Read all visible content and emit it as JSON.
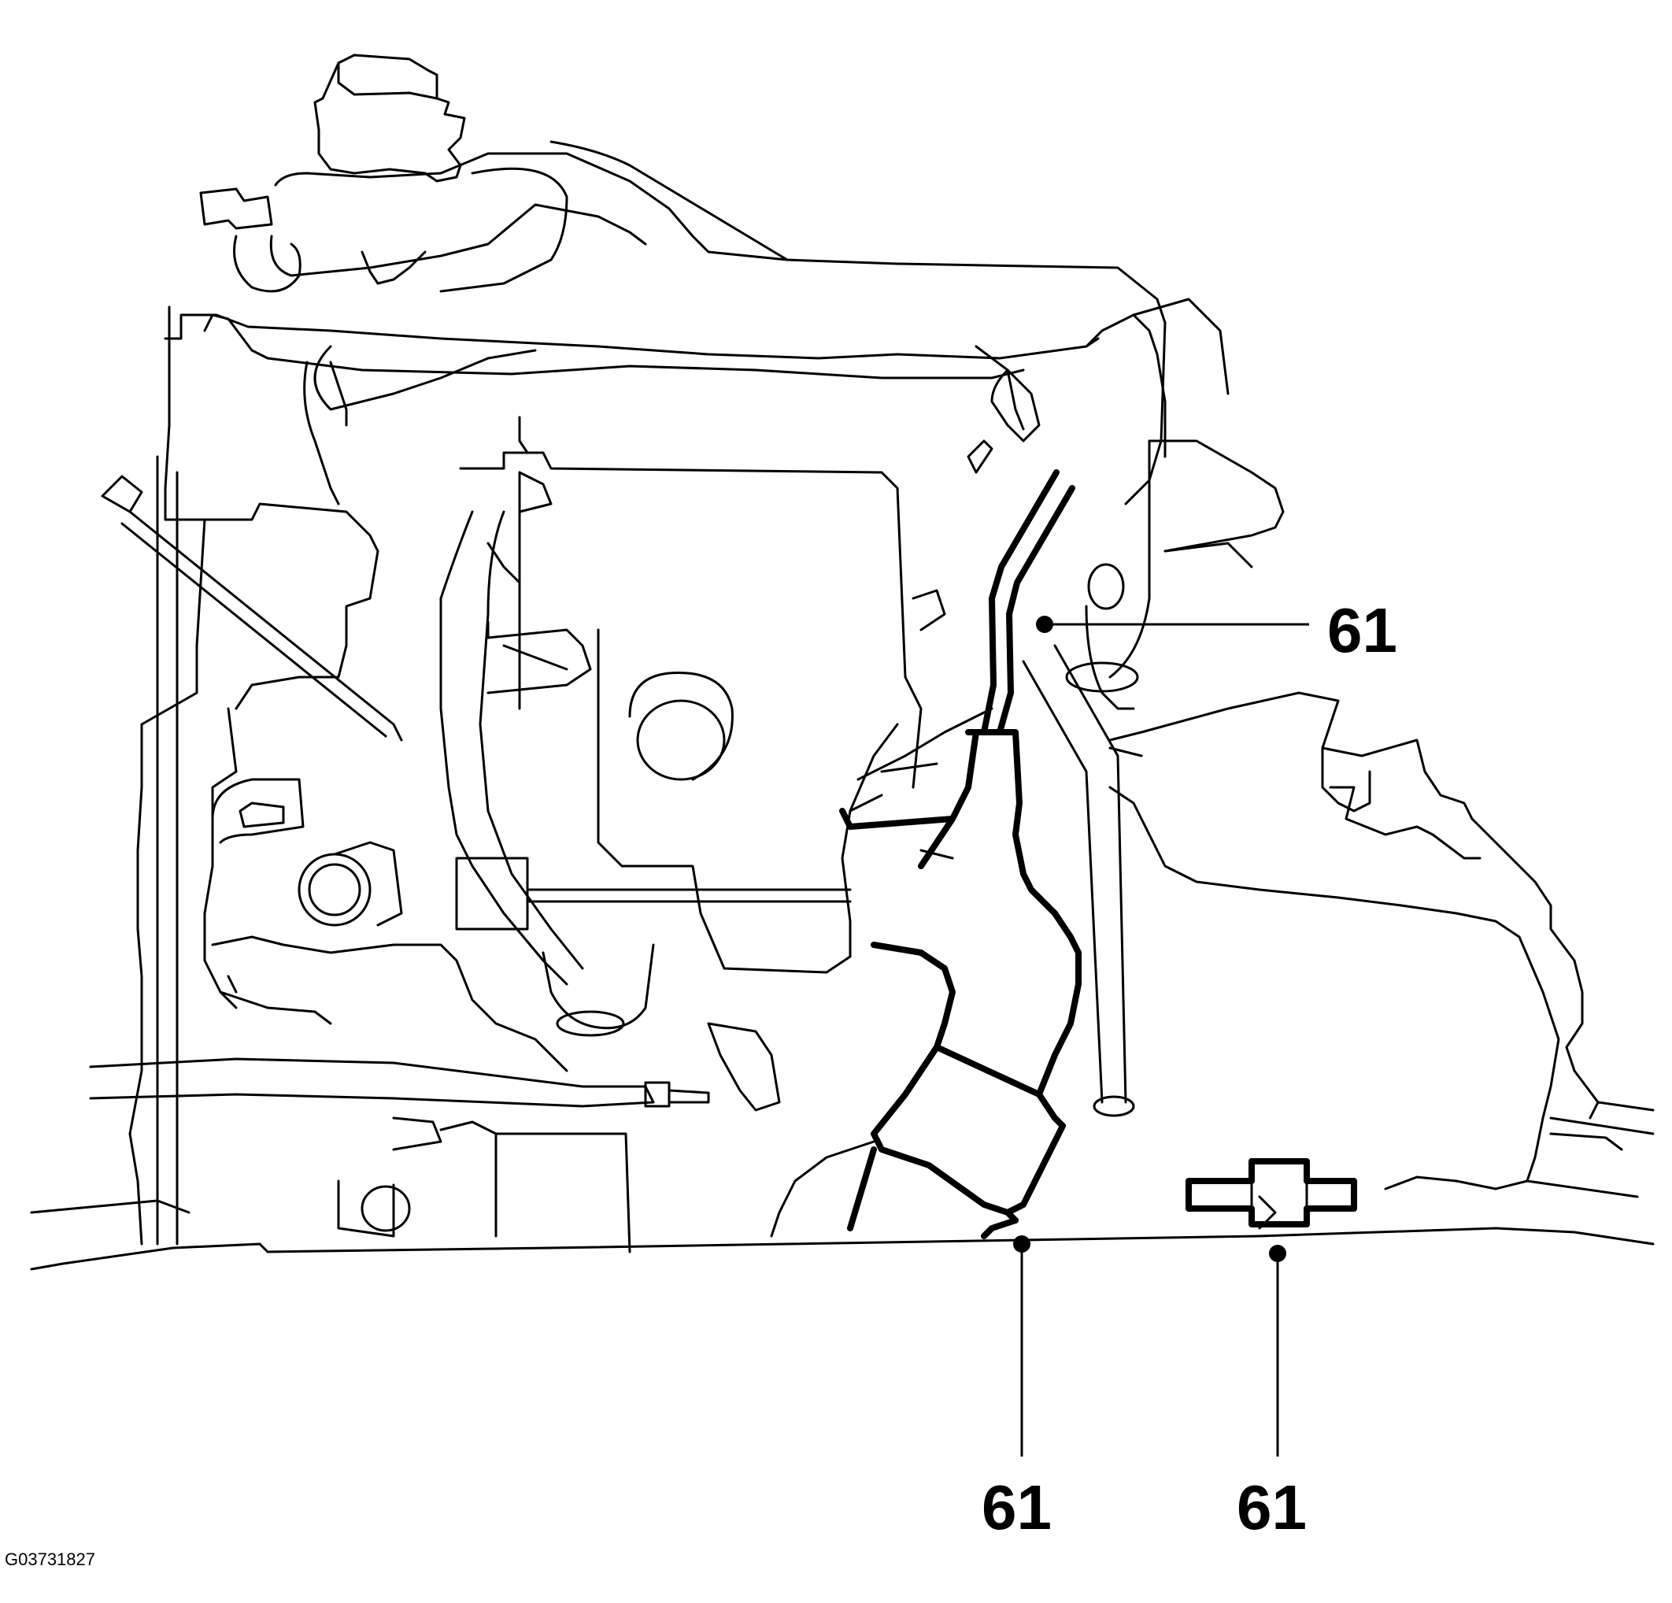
{
  "diagram": {
    "callouts": [
      {
        "id": "upper-right",
        "label": "61"
      },
      {
        "id": "bottom-center",
        "label": "61"
      },
      {
        "id": "bottom-right",
        "label": "61"
      }
    ],
    "figure_code": "G03731827"
  }
}
